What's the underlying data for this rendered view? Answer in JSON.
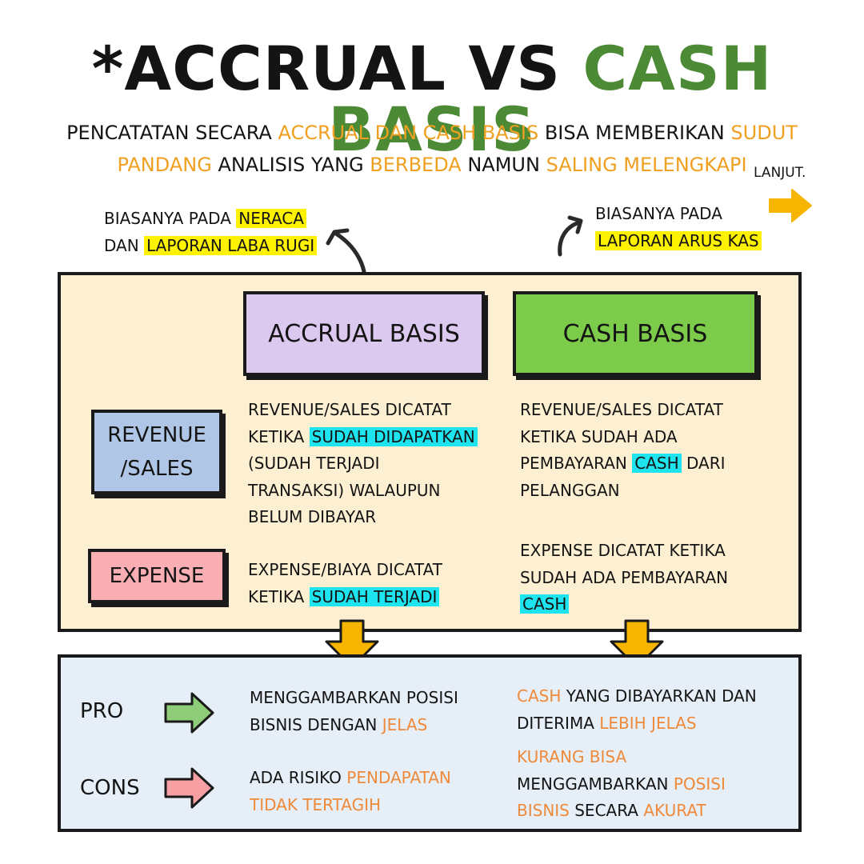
{
  "title": {
    "part1": "*ACCRUAL VS",
    "part2": "CASH BASIS"
  },
  "subtitle": {
    "s1": "PENCATATAN SECARA",
    "s2": "ACCRUAL DAN CASH BASIS",
    "s3": "BISA MEMBERIKAN",
    "s4": "SUDUT PANDANG",
    "s5": "ANALISIS YANG",
    "s6": "BERBEDA",
    "s7": "NAMUN",
    "s8": "SALING MELENGKAPI"
  },
  "lanjut": "LANJUT.",
  "note_left": {
    "l1": "BIASANYA PADA",
    "l1_hl": "NERACA",
    "l2": "DAN",
    "l2_hl": "LAPORAN LABA RUGI"
  },
  "note_right": {
    "l1": "BIASANYA PADA",
    "l2_hl": "LAPORAN ARUS KAS"
  },
  "headers": {
    "accrual": "ACCRUAL BASIS",
    "cash": "CASH BASIS"
  },
  "rows": {
    "revenue_label_1": "REVENUE",
    "revenue_label_2": "/SALES",
    "expense_label": "EXPENSE"
  },
  "accrual_revenue": {
    "l1": "REVENUE/SALES DICATAT",
    "l2": "KETIKA",
    "l2_hl": "SUDAH DIDAPATKAN",
    "l3": "(SUDAH TERJADI",
    "l4": "TRANSAKSI) WALAUPUN",
    "l5": "BELUM DIBAYAR"
  },
  "cash_revenue": {
    "l1": "REVENUE/SALES DICATAT",
    "l2": "KETIKA SUDAH ADA",
    "l3": "PEMBAYARAN",
    "l3_hl": "CASH",
    "l3_end": "DARI",
    "l4": "PELANGGAN"
  },
  "accrual_expense": {
    "l1": "EXPENSE/BIAYA DICATAT",
    "l2": "KETIKA",
    "l2_hl": "SUDAH TERJADI"
  },
  "cash_expense": {
    "l1": "EXPENSE DICATAT KETIKA",
    "l2": "SUDAH ADA PEMBAYARAN",
    "l3_hl": "CASH"
  },
  "pro": {
    "label": "PRO",
    "accrual_l1": "MENGGAMBARKAN POSISI",
    "accrual_l2": "BISNIS DENGAN",
    "accrual_l2_hl": "JELAS",
    "cash_l1_hl": "CASH",
    "cash_l1": "YANG DIBAYARKAN DAN",
    "cash_l2": "DITERIMA",
    "cash_l2_hl": "LEBIH JELAS"
  },
  "cons": {
    "label": "CONS",
    "accrual_l1": "ADA RISIKO",
    "accrual_l1_hl": "PENDAPATAN",
    "accrual_l2_hl": "TIDAK TERTAGIH",
    "cash_l1_hl": "KURANG BISA",
    "cash_l2": "MENGGAMBARKAN",
    "cash_l2_hl": "POSISI",
    "cash_l3_hl": "BISNIS",
    "cash_l3": "SECARA",
    "cash_l3_hl2": "AKURAT"
  },
  "colors": {
    "title_green": "#4c8a35",
    "accent_orange": "#f0a020",
    "highlight_yellow": "#fff200",
    "highlight_cyan": "#1ee4f0",
    "accrual_header": "#dbc9ef",
    "cash_header": "#7ccb4a",
    "revenue_box": "#b0c6e6",
    "expense_box": "#f8aeb2",
    "main_panel": "#fdf0d2",
    "bottom_panel": "#e6eef7"
  },
  "icons": [
    "arrow-right-icon",
    "curved-arrow-up-left-icon",
    "curved-arrow-up-right-icon",
    "arrow-down-icon",
    "green-arrow-right-icon",
    "red-arrow-right-icon"
  ]
}
